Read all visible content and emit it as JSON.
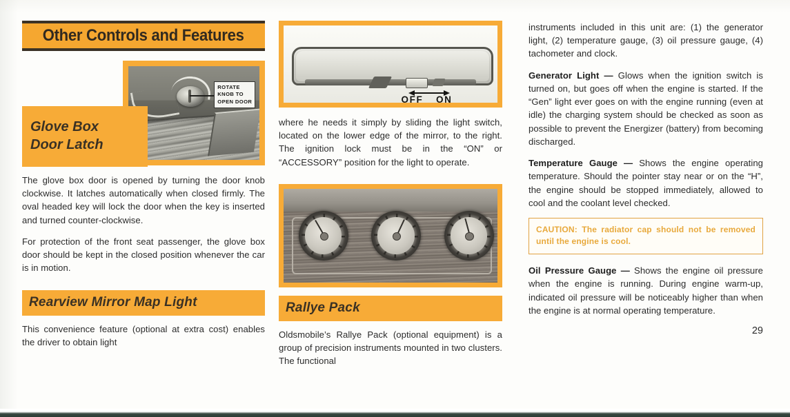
{
  "document": {
    "page_number": "29",
    "accent_orange": "#f7ab37",
    "banner_orange": "#f5a730",
    "caution_text_color": "#e8a93c",
    "body_text_color": "#2b2b2b"
  },
  "section_title": "Other Controls and Features",
  "left_column": {
    "glove_box_figure": {
      "photo_label_lines": [
        "ROTATE",
        "KNOB TO",
        "OPEN DOOR"
      ],
      "photo_alt": "glove-box-door-knob-photo"
    },
    "glove_box_heading_lines": [
      "Glove Box",
      "Door Latch"
    ],
    "paragraphs": [
      "The glove box door is opened by turning the door knob clockwise. It latches automatically when closed firmly. The oval headed key will lock the door when the key is inserted and turned counter-clockwise.",
      "For protection of the front seat passenger, the glove box door should be kept in the closed position whenever the car is in motion."
    ],
    "mirror_heading": "Rearview Mirror Map Light",
    "mirror_paragraph": "This convenience feature (optional at extra cost) enables the driver to obtain light"
  },
  "middle_column": {
    "mirror_figure": {
      "switch_labels": [
        "OFF",
        "ON"
      ],
      "photo_alt": "rearview-mirror-photo"
    },
    "mirror_paragraph_cont": "where he needs it simply by sliding the light switch, located on the lower edge of the mirror, to the right. The ignition lock must be in the “ON” or “ACCESSORY” position for the light to operate.",
    "rallye_figure": {
      "photo_alt": "rallye-pack-gauge-cluster-photo"
    },
    "rallye_heading": "Rallye Pack",
    "rallye_paragraph": "Oldsmobile’s Rallye Pack (optional equipment) is a group of precision instruments mounted in two clusters. The functional"
  },
  "right_column": {
    "intro_paragraph": "instruments included in this unit are: (1) the generator light, (2) temperature gauge, (3) oil pressure gauge, (4) tachometer and clock.",
    "entries": [
      {
        "term": "Generator Light",
        "dash": " — ",
        "text": "Glows when the ignition switch is turned on, but goes off when the engine is started. If the “Gen” light ever goes on with the engine running (even at idle) the charging system should be checked as soon as possible to prevent the Energizer (battery) from becoming discharged."
      },
      {
        "term": "Temperature Gauge",
        "dash": " — ",
        "text": "Shows the engine operating temperature. Should the pointer stay near or on the “H”, the engine should be stopped immediately, allowed to cool and the coolant level checked."
      },
      {
        "term": "Oil Pressure Gauge",
        "dash": " — ",
        "text": "Shows the engine oil pressure when the engine is running. During engine warm-up, indicated oil pressure will be noticeably higher than when the engine is at normal operating temperature."
      }
    ],
    "caution": "CAUTION: The radiator cap should not be removed until the engine is cool."
  }
}
